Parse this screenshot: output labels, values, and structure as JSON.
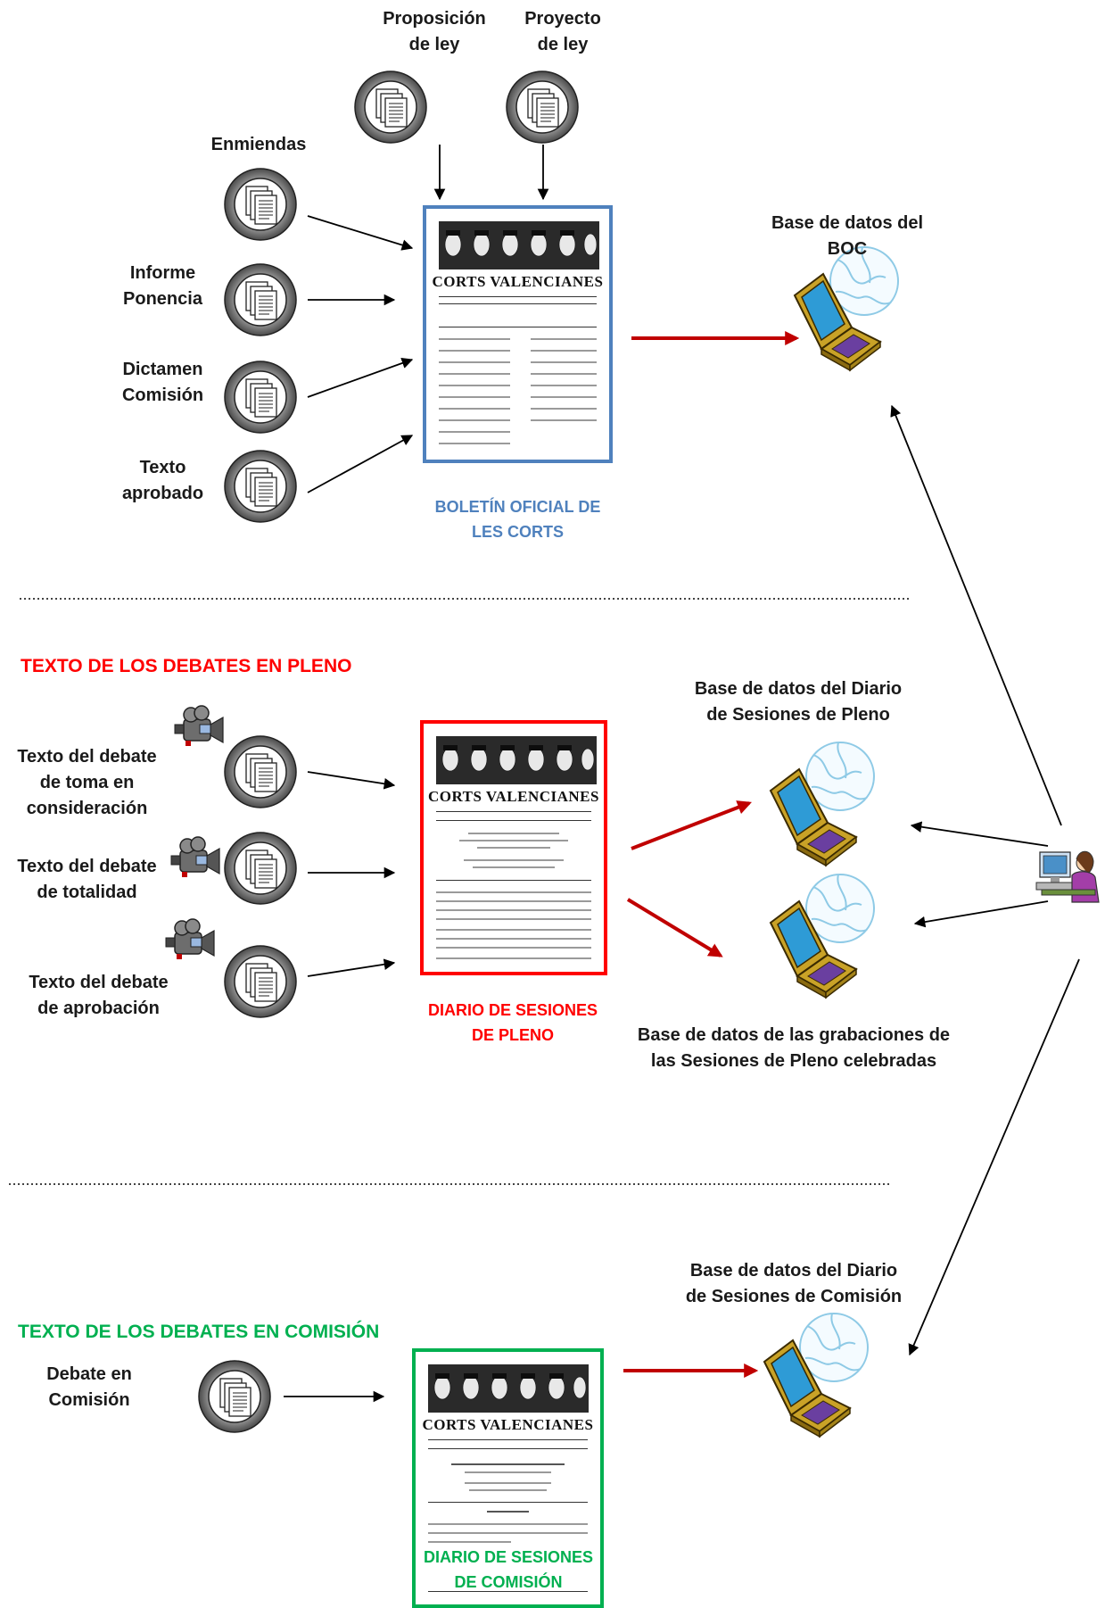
{
  "boc": {
    "inputs_top": [
      {
        "id": "proposicion",
        "label": "Proposición\nde ley"
      },
      {
        "id": "proyecto",
        "label": "Proyecto\nde ley"
      }
    ],
    "inputs_left": [
      {
        "id": "enmiendas",
        "label": "Enmiendas"
      },
      {
        "id": "informe",
        "label": "Informe\nPonencia"
      },
      {
        "id": "dictamen",
        "label": "Dictamen\nComisión"
      },
      {
        "id": "texto",
        "label": "Texto\naprobado"
      }
    ],
    "publication": {
      "masthead": "CORTS VALENCIANES",
      "caption": "BOLETÍN OFICIAL DE\nLES CORTS"
    },
    "database": {
      "label": "Base de datos del\nBOC"
    }
  },
  "pleno": {
    "heading": "TEXTO DE LOS DEBATES EN PLENO",
    "inputs": [
      {
        "id": "toma",
        "label": "Texto del debate\nde toma en\nconsideración"
      },
      {
        "id": "totalidad",
        "label": "Texto del debate\nde totalidad"
      },
      {
        "id": "aprobacion",
        "label": "Texto del debate\nde aprobación"
      }
    ],
    "publication": {
      "masthead": "CORTS VALENCIANES",
      "caption": "DIARIO DE SESIONES\nDE PLENO"
    },
    "database_diario": {
      "label": "Base de datos del Diario\nde Sesiones de Pleno"
    },
    "database_grabaciones": {
      "label": "Base de datos de las grabaciones de\nlas Sesiones de Pleno celebradas"
    }
  },
  "comision": {
    "heading": "TEXTO DE LOS DEBATES EN COMISIÓN",
    "inputs": [
      {
        "id": "debate",
        "label": "Debate en\nComisión"
      }
    ],
    "publication": {
      "masthead": "CORTS VALENCIANES",
      "caption": "DIARIO DE SESIONES\nDE COMISIÓN"
    },
    "database": {
      "label": "Base de datos del Diario\nde Sesiones de Comisión"
    }
  },
  "colors": {
    "boc": "#4f81bd",
    "pleno": "#ff0000",
    "comision": "#00b050",
    "flow_arrow": "#c00000",
    "input_arrow": "#000000"
  },
  "icons": {
    "document": "document-stack-icon",
    "database": "laptop-globe-icon",
    "camera": "video-camera-icon",
    "user": "user-at-computer-icon"
  }
}
